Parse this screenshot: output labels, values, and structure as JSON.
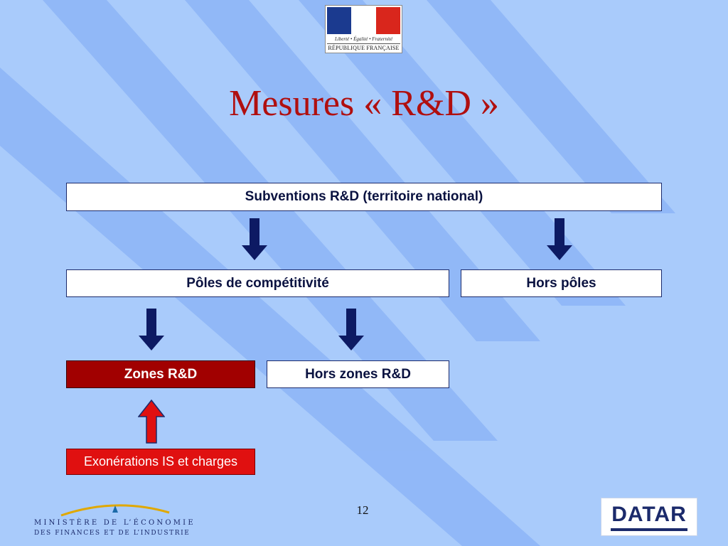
{
  "colors": {
    "background": "#a9cbfb",
    "stripe": "#8db5f7",
    "title": "#b00f0f",
    "box_border": "#1b2a6b",
    "box_text": "#0a1240",
    "arrow_down": "#0d1a63",
    "arrow_up": "#e01010",
    "zones_fill": "#a10000",
    "exo_fill": "#e01010"
  },
  "logo_rf": {
    "motto": "Liberté • Égalité • Fraternité",
    "republic": "RÉPUBLIQUE FRANÇAISE"
  },
  "title": "Mesures « R&D »",
  "diagram": {
    "subventions": "Subventions R&D (territoire national)",
    "poles": "Pôles de compétitivité",
    "hors_poles": "Hors pôles",
    "zones": "Zones R&D",
    "hors_zones": "Hors zones R&D",
    "exonerations": "Exonérations IS et charges"
  },
  "footer": {
    "page_number": "12",
    "ministry_line1": "MINISTÈRE DE L’ÉCONOMIE",
    "ministry_line2": "DES FINANCES ET DE L’INDUSTRIE",
    "datar_logo": "DATAR"
  }
}
